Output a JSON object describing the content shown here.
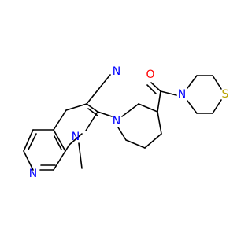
{
  "diagram": {
    "type": "chemical-structure",
    "colors": {
      "bond": "#000000",
      "nitrogen": "#0000ff",
      "oxygen": "#ff0000",
      "sulfur": "#b8a400",
      "background": "#ffffff"
    },
    "atoms": {
      "n_imidazole_top": "N",
      "n_methyl": "N",
      "n_pyridine": "N",
      "n_piperidine": "N",
      "oxygen": "O",
      "n_thiomorpholine": "N",
      "sulfur": "S"
    }
  }
}
